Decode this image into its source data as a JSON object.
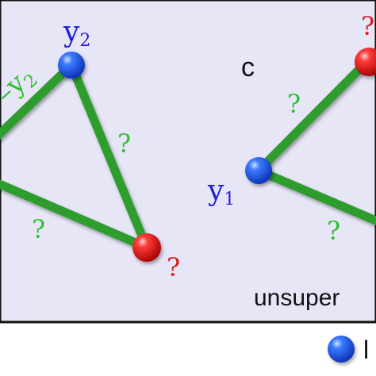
{
  "diagram": {
    "left_graph": {
      "nodes": [
        {
          "id": "y2",
          "label": "y",
          "sub": "2",
          "color": "blue"
        },
        {
          "id": "q_red",
          "label": "?",
          "color": "red"
        }
      ],
      "edge_labels": {
        "top_left": "y",
        "top_left_sub": "2",
        "top_left_prefix": "–",
        "right": "?",
        "bottom": "?"
      },
      "red_node_label": "?"
    },
    "panel_letter": "c",
    "right_graph": {
      "nodes": [
        {
          "id": "y1",
          "label": "y",
          "sub": "1",
          "color": "blue"
        },
        {
          "id": "top_red",
          "label": "?",
          "color": "red"
        }
      ],
      "edge_labels": {
        "upper": "?",
        "lower": "?"
      },
      "top_red_label": "?"
    },
    "mode_label": "unsuper",
    "legend": {
      "marker": "blue",
      "text": "l"
    }
  },
  "colors": {
    "panel_bg": "#e6e6f7",
    "edge": "#2e9d2e",
    "edge_label": "#2ec22e",
    "node_label_blue": "#1f1fd6",
    "node_label_red": "#d61f1f",
    "text": "#111111"
  }
}
